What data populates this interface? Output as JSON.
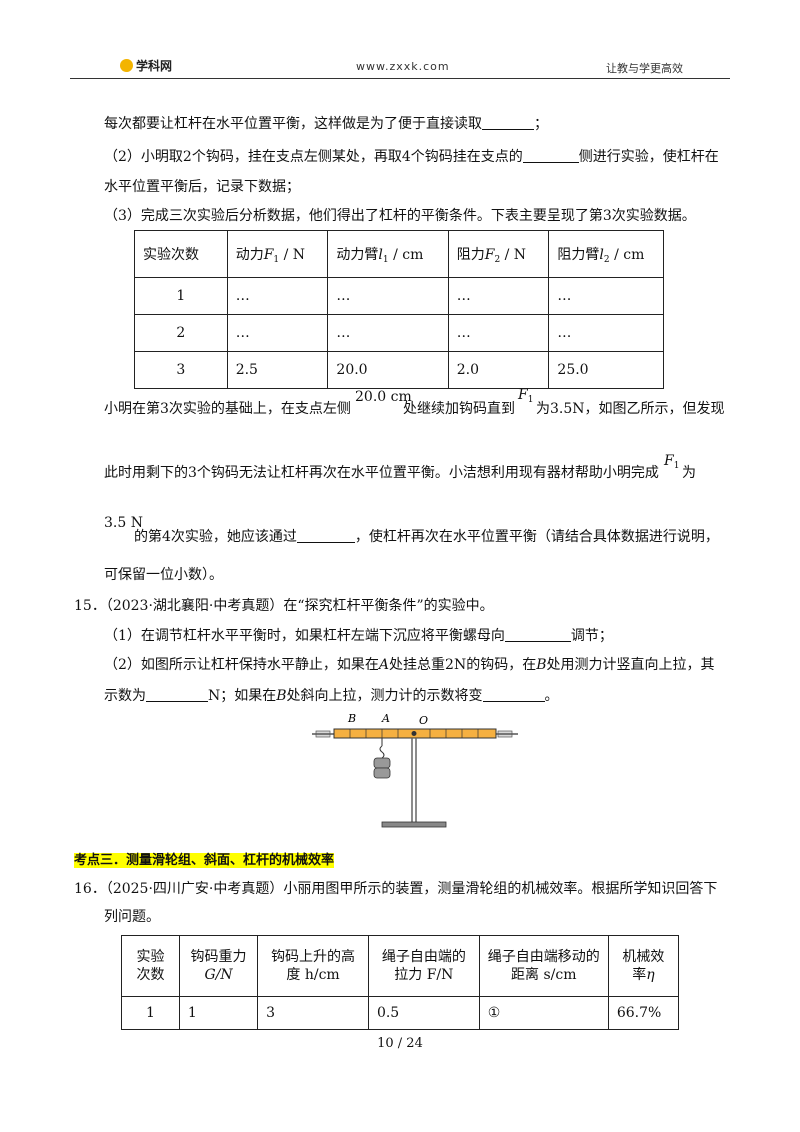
{
  "header": {
    "logo": "学科网",
    "url": "www.zxxk.com",
    "slogan": "让教与学更高效"
  },
  "q14": {
    "line1": "每次都要让杠杆在水平位置平衡，这样做是为了便于直接读取",
    "line1_end": "；",
    "p2a": "（2）小明取2个钩码，挂在支点左侧某处，再取4个钩码挂在支点的",
    "p2b": "侧进行实验，使杠杆在",
    "p2c": "水平位置平衡后，记录下数据；",
    "p3": "（3）完成三次实验后分析数据，他们得出了杠杆的平衡条件。下表主要呈现了第3次实验数据。",
    "table": {
      "headers": [
        "实验次数",
        "动力",
        "动力臂",
        "阻力",
        "阻力臂"
      ],
      "header_vars": [
        "",
        "F",
        "l",
        "F",
        "l"
      ],
      "header_subs": [
        "",
        "1",
        "1",
        "2",
        "2"
      ],
      "header_units": [
        "",
        " / N",
        " / cm",
        " / N",
        " / cm"
      ],
      "rows": [
        [
          "1",
          "…",
          "…",
          "…",
          "…"
        ],
        [
          "2",
          "…",
          "…",
          "…",
          "…"
        ],
        [
          "3",
          "2.5",
          "20.0",
          "2.0",
          "25.0"
        ]
      ]
    },
    "para_a": "小明在第3次实验的基础上，在支点左侧",
    "para_dist": "20.0 cm",
    "para_b": "处继续加钩码直到",
    "para_f": "F",
    "para_f_sub": "1",
    "para_c": "为3.5N，如图乙所示，但发现",
    "para_d": "此时用剩下的3个钩码无法让杠杆再次在水平位置平衡。小洁想利用现有器材帮助小明完成",
    "para_e": "为",
    "para_val": "3.5 N",
    "para_g": "的第4次实验，她应该通过",
    "para_h": "，使杠杆再次在水平位置平衡（请结合具体数据进行说明，",
    "para_i": "可保留一位小数）。"
  },
  "q15": {
    "title": "15．（2023·湖北襄阳·中考真题）在“探究杠杆平衡条件”的实验中。",
    "p1a": "（1）在调节杠杆水平平衡时，如果杠杆左端下沉应将平衡螺母向",
    "p1b": "调节；",
    "p2a": "（2）如图所示让杠杆保持水平静止，如果在",
    "p2_A": "A",
    "p2b": "处挂总重2N的钩码，在",
    "p2_B": "B",
    "p2c": "处用测力计竖直向上拉，其",
    "p3a": "示数为",
    "p3b": "N；如果在",
    "p3_B": "B",
    "p3c": "处斜向上拉，测力计的示数将变",
    "p3d": "。",
    "fig_labels": {
      "B": "B",
      "A": "A",
      "O": "O"
    }
  },
  "section3": {
    "title": "考点三．测量滑轮组、斜面、杠杆的机械效率"
  },
  "q16": {
    "line1": "16．（2025·四川广安·中考真题）小丽用图甲所示的装置，测量滑轮组的机械效率。根据所学知识回答下",
    "line2": "列问题。",
    "table": {
      "h1": [
        "实验",
        "钩码重力",
        "钩码上升的高",
        "绳子自由端的",
        "绳子自由端移动的",
        "机械效"
      ],
      "h2": [
        "次数",
        "G/N",
        "度 h/cm",
        "拉力 F/N",
        "距离 s/cm",
        "率"
      ],
      "eta": "η",
      "row": [
        "1",
        "1",
        "3",
        "0.5",
        "①",
        "66.7%"
      ]
    }
  },
  "page": {
    "number": "10 / 24"
  }
}
